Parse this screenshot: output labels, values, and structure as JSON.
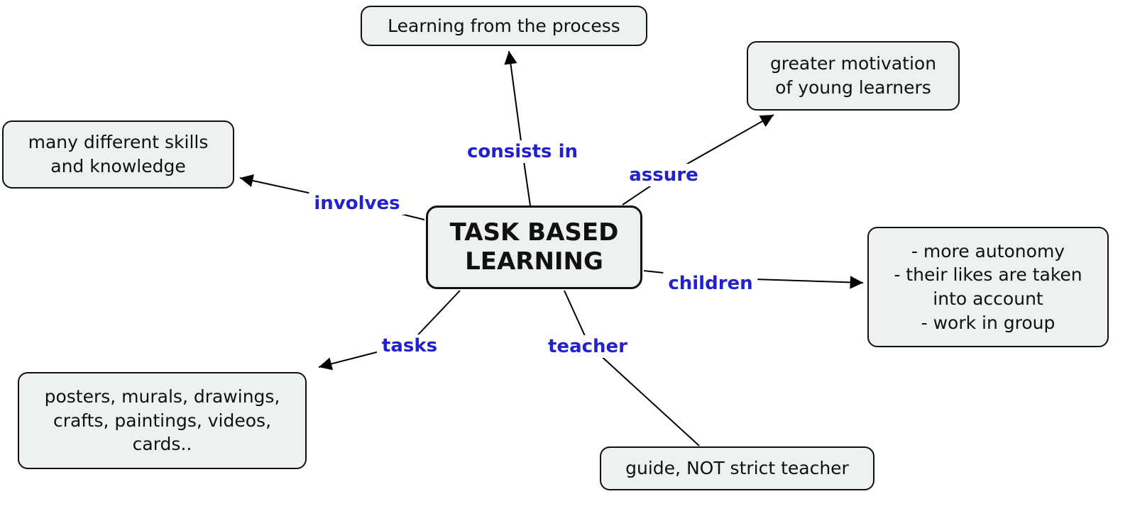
{
  "diagram": {
    "title": "Task Based Learning concept map",
    "colors": {
      "node_background": "#eef1f1",
      "node_border": "#111111",
      "line": "#000000",
      "link_label_text": "#2222cc",
      "page_background": "#ffffff"
    },
    "central_node": {
      "label": "TASK BASED\nLEARNING"
    },
    "nodes": {
      "process": {
        "label": "Learning from the process"
      },
      "motivation": {
        "label": "greater motivation\nof young learners"
      },
      "skills": {
        "label": "many different skills\nand knowledge"
      },
      "benefits": {
        "label": "- more autonomy\n- their likes are taken\ninto account\n- work in group"
      },
      "tasks_examples": {
        "label": "posters, murals, drawings,\ncrafts, paintings, videos,\ncards.."
      },
      "teacher_role": {
        "label": "guide, NOT strict teacher"
      }
    },
    "links": {
      "consists_in": {
        "label": "consists in"
      },
      "assure": {
        "label": "assure"
      },
      "involves": {
        "label": "involves"
      },
      "children": {
        "label": "children"
      },
      "tasks": {
        "label": "tasks"
      },
      "teacher": {
        "label": "teacher"
      }
    }
  }
}
